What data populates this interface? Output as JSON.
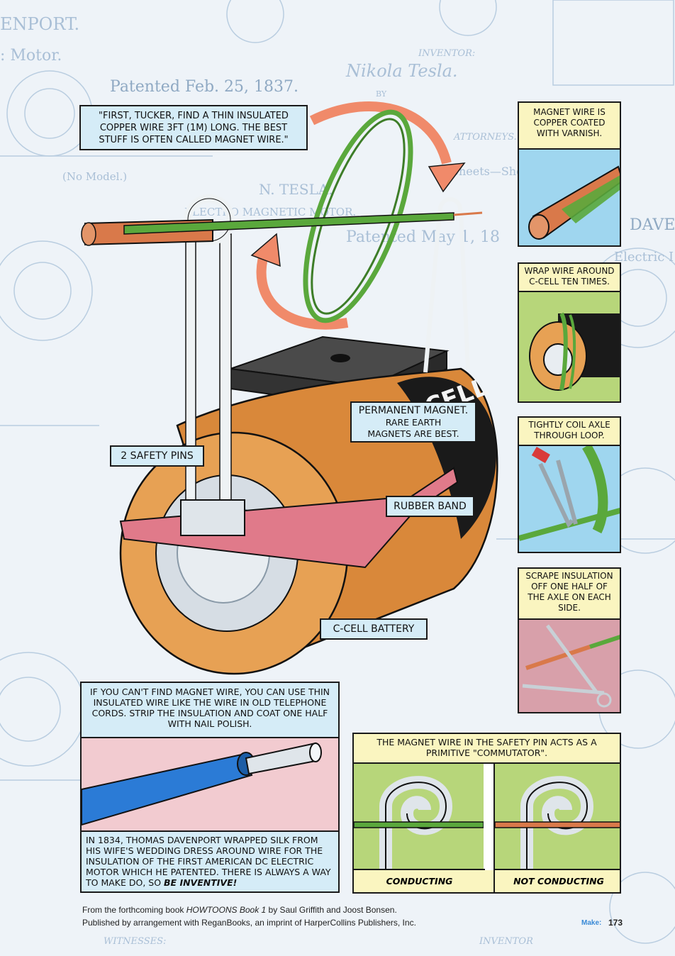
{
  "background": {
    "enport": "ENPORT.",
    "motor": ": Motor.",
    "patented": "Patented Feb. 25, 1837.",
    "no_model": "(No Model.)",
    "n_tesla": "N. TESLA.",
    "electro": "ELECTRO MAGNETIC MOTOR.",
    "patented_may": "Patented May 1, 18",
    "inventor": "INVENTOR:",
    "signature": "Nikola Tesla.",
    "by": "BY",
    "attorneys": "ATTORNEYS.",
    "sheets": "Sheets—Shee",
    "dave": "DAVE",
    "electric": "Electric I",
    "witnesses": "WITNESSES:",
    "inventor_bottom": "INVENTOR"
  },
  "main_caption": "\"FIRST, TUCKER, FIND A THIN INSULATED COPPER WIRE 3FT (1M) LONG. THE BEST STUFF IS OFTEN CALLED MAGNET WIRE.\"",
  "labels": {
    "safety_pins": "2 SAFETY PINS",
    "magnet_title": "PERMANENT MAGNET.",
    "magnet_sub": "RARE EARTH MAGNETS ARE BEST.",
    "rubber_band": "RUBBER BAND",
    "battery": "C-CELL BATTERY",
    "cell_text": "CELL"
  },
  "side_panels": [
    {
      "caption": "MAGNET WIRE IS COPPER COATED WITH VARNISH."
    },
    {
      "caption": "WRAP WIRE AROUND C-CELL TEN TIMES."
    },
    {
      "caption": "TIGHTLY COIL AXLE THROUGH LOOP."
    },
    {
      "caption": "SCRAPE INSULATION OFF ONE HALF OF THE AXLE ON EACH SIDE."
    }
  ],
  "tip_panel": {
    "top": "IF YOU CAN'T FIND MAGNET WIRE, YOU CAN USE THIN INSULATED WIRE LIKE THE WIRE IN OLD TELEPHONE CORDS. STRIP THE INSULATION AND COAT ONE HALF WITH NAIL POLISH.",
    "bottom_plain": "IN 1834, THOMAS DAVENPORT WRAPPED SILK FROM HIS WIFE'S WEDDING DRESS AROUND WIRE FOR THE INSULATION OF THE FIRST AMERICAN DC ELECTRIC MOTOR WHICH HE PATENTED. THERE IS ALWAYS A WAY TO MAKE DO, SO",
    "bottom_emph": "BE INVENTIVE!"
  },
  "commutator_panel": {
    "caption": "THE MAGNET WIRE IN THE SAFETY PIN ACTS AS A PRIMITIVE \"COMMUTATOR\".",
    "left_label": "CONDUCTING",
    "right_label": "NOT CONDUCTING"
  },
  "footer": {
    "line1_pre": "From the forthcoming book ",
    "line1_title": "HOWTOONS Book 1",
    "line1_post": " by Saul Griffith and Joost Bonsen.",
    "line2": "Published by arrangement with ReganBooks, an imprint of HarperCollins Publishers, Inc.",
    "brand": "Make:",
    "page": "173"
  },
  "colors": {
    "caption_bg": "#d5ecf7",
    "panel_caption_bg": "#faf5c0",
    "battery_copper": "#d9883a",
    "wire_green": "#5aa83c",
    "rubber_band": "#e07a8a",
    "arrow": "#f08a6a"
  }
}
